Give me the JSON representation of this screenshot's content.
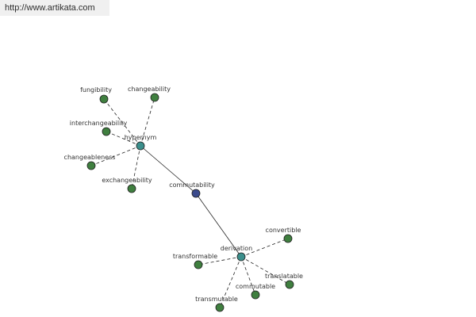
{
  "watermark": "http://www.artikata.com",
  "colors": {
    "center": "#3b4a8c",
    "hub": "#3b8f8c",
    "leaf": "#3f7f3f",
    "node_stroke": "#1f1f1f",
    "edge": "#222222"
  },
  "nodes": [
    {
      "id": "commutability",
      "label": "commutability",
      "role": "center"
    },
    {
      "id": "hypernym",
      "label": "hypernym",
      "role": "hub"
    },
    {
      "id": "derivation",
      "label": "derivation",
      "role": "hub"
    },
    {
      "id": "fungibility",
      "label": "fungibility",
      "role": "leaf"
    },
    {
      "id": "changeability",
      "label": "changeability",
      "role": "leaf"
    },
    {
      "id": "interchangeability",
      "label": "interchangeability",
      "role": "leaf"
    },
    {
      "id": "changeableness",
      "label": "changeableness",
      "role": "leaf"
    },
    {
      "id": "exchangeability",
      "label": "exchangeability",
      "role": "leaf"
    },
    {
      "id": "convertible",
      "label": "convertible",
      "role": "leaf"
    },
    {
      "id": "transformable",
      "label": "transformable",
      "role": "leaf"
    },
    {
      "id": "translatable",
      "label": "translatable",
      "role": "leaf"
    },
    {
      "id": "commutable",
      "label": "commutable",
      "role": "leaf"
    },
    {
      "id": "transmutable",
      "label": "transmutable",
      "role": "leaf"
    }
  ],
  "edges": [
    {
      "from": "commutability",
      "to": "hypernym",
      "style": "solid"
    },
    {
      "from": "commutability",
      "to": "derivation",
      "style": "solid"
    },
    {
      "from": "hypernym",
      "to": "fungibility",
      "style": "dashed"
    },
    {
      "from": "hypernym",
      "to": "changeability",
      "style": "dashed"
    },
    {
      "from": "hypernym",
      "to": "interchangeability",
      "style": "dashed"
    },
    {
      "from": "hypernym",
      "to": "changeableness",
      "style": "dashed"
    },
    {
      "from": "hypernym",
      "to": "exchangeability",
      "style": "dashed"
    },
    {
      "from": "derivation",
      "to": "convertible",
      "style": "dashed"
    },
    {
      "from": "derivation",
      "to": "transformable",
      "style": "dashed"
    },
    {
      "from": "derivation",
      "to": "translatable",
      "style": "dashed"
    },
    {
      "from": "derivation",
      "to": "commutable",
      "style": "dashed"
    },
    {
      "from": "derivation",
      "to": "transmutable",
      "style": "dashed"
    }
  ]
}
